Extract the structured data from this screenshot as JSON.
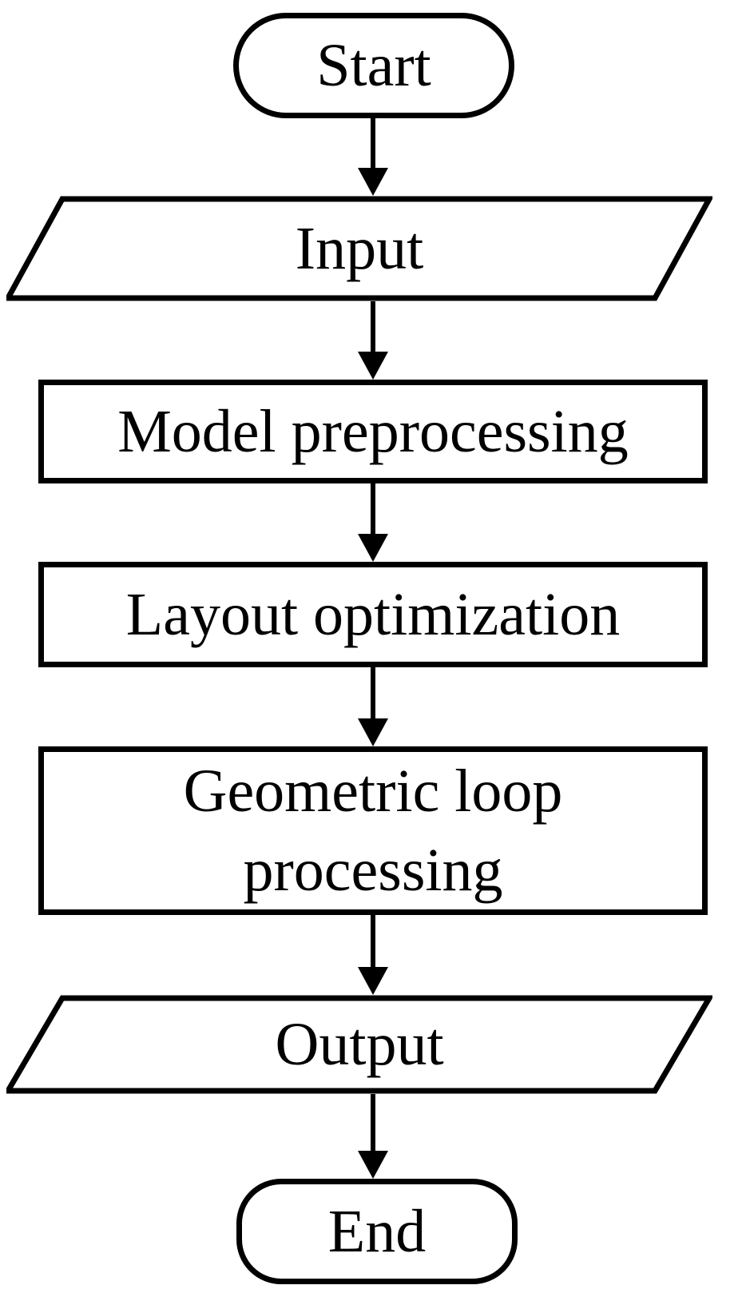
{
  "diagram": {
    "type": "flowchart",
    "direction": "top-down",
    "colors": {
      "stroke": "#000000",
      "fill": "#ffffff",
      "text": "#000000",
      "background": "#ffffff"
    },
    "nodes": [
      {
        "id": "start",
        "shape": "terminator",
        "label": "Start"
      },
      {
        "id": "input",
        "shape": "parallelogram",
        "label": "Input"
      },
      {
        "id": "model-preprocessing",
        "shape": "process",
        "label": "Model preprocessing"
      },
      {
        "id": "layout-optimization",
        "shape": "process",
        "label": "Layout optimization"
      },
      {
        "id": "geometric-loop-processing",
        "shape": "process",
        "label": "Geometric loop processing"
      },
      {
        "id": "output",
        "shape": "parallelogram",
        "label": "Output"
      },
      {
        "id": "end",
        "shape": "terminator",
        "label": "End"
      }
    ],
    "edges": [
      {
        "from": "start",
        "to": "input"
      },
      {
        "from": "input",
        "to": "model-preprocessing"
      },
      {
        "from": "model-preprocessing",
        "to": "layout-optimization"
      },
      {
        "from": "layout-optimization",
        "to": "geometric-loop-processing"
      },
      {
        "from": "geometric-loop-processing",
        "to": "output"
      },
      {
        "from": "output",
        "to": "end"
      }
    ]
  }
}
